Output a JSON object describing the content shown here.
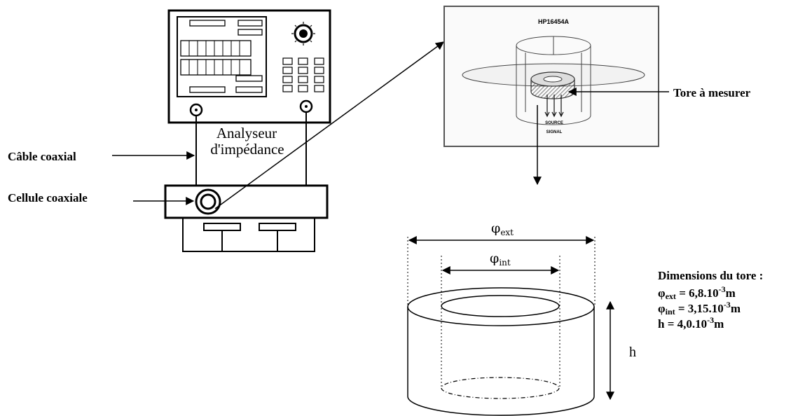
{
  "analyzer": {
    "line1": "Analyseur",
    "line2": "d'impédance"
  },
  "photo": {
    "model": "HP16454A",
    "source_label": "SOURCE",
    "signal_label": "SIGNAL"
  },
  "labels": {
    "cable": "Câble coaxial",
    "cell": "Cellule coaxiale",
    "tore": "Tore à mesurer"
  },
  "drawing": {
    "phi_symbol": "φ",
    "ext_sub": "ext",
    "int_sub": "int",
    "height_label": "h"
  },
  "dimensions": {
    "title": "Dimensions du tore :",
    "ext": {
      "symbol": "φ",
      "sub": "ext",
      "value": " = 6,8.10",
      "exp": "-3",
      "unit": "m"
    },
    "int": {
      "symbol": "φ",
      "sub": "int",
      "value": " = 3,15.10",
      "exp": "-3",
      "unit": "m"
    },
    "h": {
      "symbol": "h",
      "value": " = 4,0.10",
      "exp": "-3",
      "unit": "m"
    }
  }
}
